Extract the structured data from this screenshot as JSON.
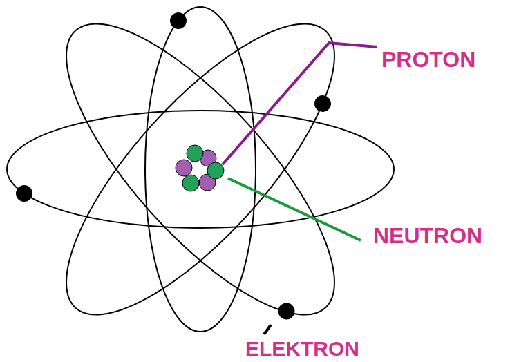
{
  "diagram": {
    "labels": [
      "PROTON",
      "NEUTRON",
      "ELEKTRON"
    ]
  }
}
